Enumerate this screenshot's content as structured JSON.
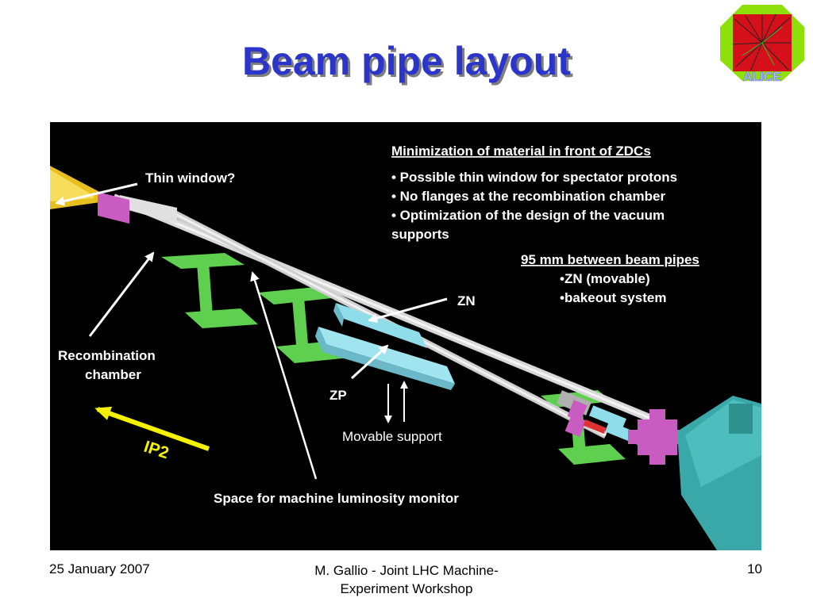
{
  "slide": {
    "title": "Beam pipe layout",
    "logo_text": "ALICE"
  },
  "diagram": {
    "heading": "Minimization of material in front of ZDCs",
    "bullets": [
      "• Possible thin window for spectator protons",
      "• No flanges at the recombination chamber",
      "• Optimization of the design of the vacuum",
      "supports"
    ],
    "spacing_heading": "95 mm between beam pipes",
    "spacing_items": [
      "•ZN (movable)",
      "•bakeout system"
    ],
    "labels": {
      "thin_window": "Thin window?",
      "recombination_line1": "Recombination",
      "recombination_line2": "chamber",
      "zn": "ZN",
      "zp": "ZP",
      "movable_support": "Movable support",
      "ip2": "IP2",
      "luminosity": "Space for machine luminosity monitor"
    },
    "colors": {
      "background": "#000000",
      "support": "#5fcf4f",
      "calorimeter": "#8fdcea",
      "flange": "#c85cc0",
      "ip2_arrow": "#f5f200",
      "cone": "#e7c020"
    }
  },
  "footer": {
    "date": "25 January 2007",
    "center_line1": "M. Gallio - Joint LHC Machine-",
    "center_line2": "Experiment Workshop",
    "page": "10"
  }
}
